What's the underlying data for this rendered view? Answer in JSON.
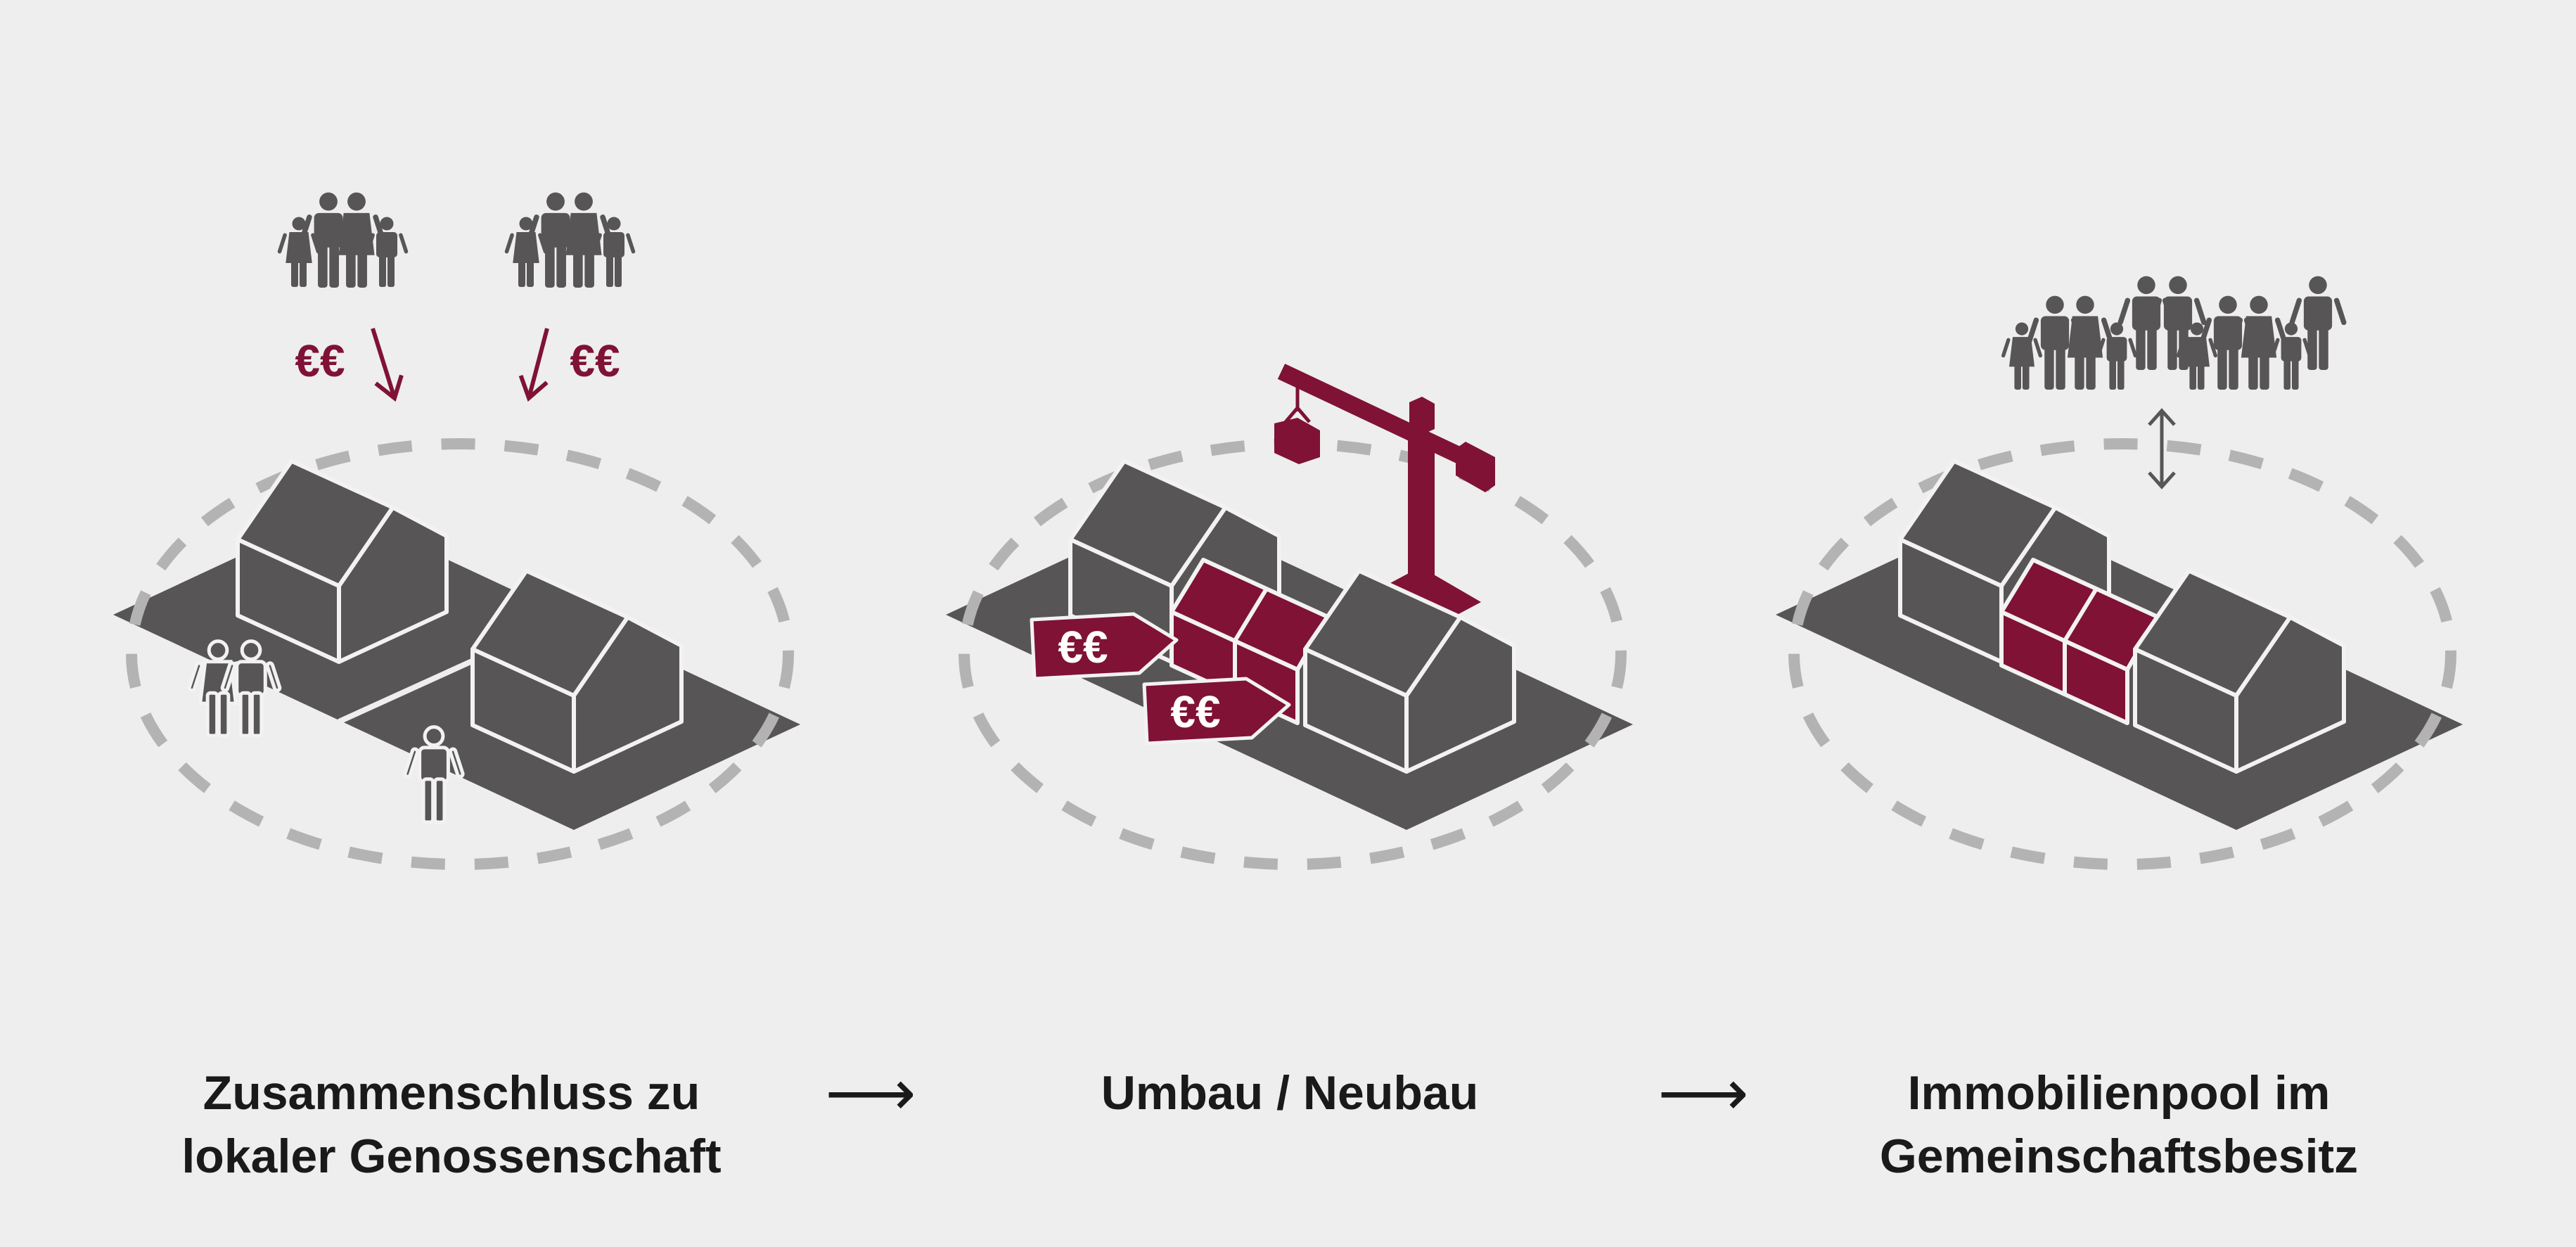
{
  "colors": {
    "background": "#eeeeee",
    "building": "#575556",
    "accent": "#7f1235",
    "dashed_circle": "#b3b3b3",
    "outline": "#f2f2f2"
  },
  "steps": [
    {
      "line1": "Zusammenschluss zu",
      "line2": "lokaler Genossenschaft"
    },
    {
      "line1": "Umbau / Neubau"
    },
    {
      "line1": "Immobilienpool im",
      "line2": "Gemeinschaftsbesitz"
    }
  ],
  "step_arrow": "⟶",
  "money": {
    "contribution_left": "€€",
    "contribution_right": "€€",
    "price_tag_1": "€€",
    "price_tag_2": "€€"
  }
}
